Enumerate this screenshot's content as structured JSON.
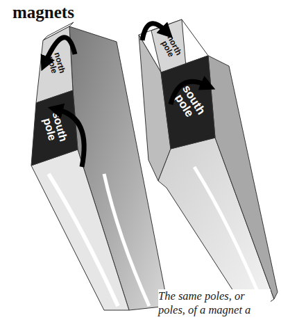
{
  "diagram": {
    "title": "magnets",
    "caption": "The same poles, or poles, of a magnet a",
    "nodes": [
      {
        "text": [
          "north pole"
        ]
      },
      {
        "text": [
          "south pole"
        ]
      },
      {
        "text": [
          "north pole"
        ]
      },
      {
        "text": [
          "south pole"
        ]
      }
    ]
  }
}
